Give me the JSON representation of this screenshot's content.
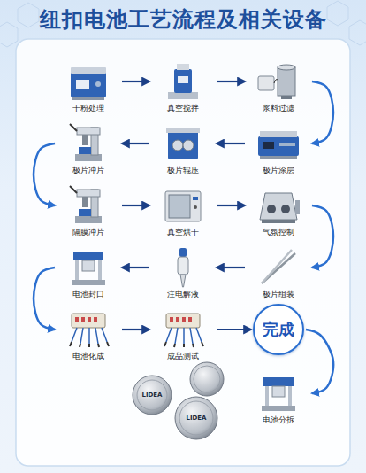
{
  "diagram": {
    "title": "纽扣电池工艺流程及相关设备",
    "nodes": [
      {
        "text": [
          "干粉处理"
        ]
      },
      {
        "text": [
          "真空搅拌"
        ]
      },
      {
        "text": [
          "浆料过滤"
        ]
      },
      {
        "text": [
          "极片涂层"
        ]
      },
      {
        "text": [
          "极片辊压"
        ]
      },
      {
        "text": [
          "极片冲片"
        ]
      },
      {
        "text": [
          "隔膜冲片"
        ]
      },
      {
        "text": [
          "真空烘干"
        ]
      },
      {
        "text": [
          "气氛控制"
        ]
      },
      {
        "text": [
          "极片组装"
        ]
      },
      {
        "text": [
          "注电解液"
        ]
      },
      {
        "text": [
          "电池封口"
        ]
      },
      {
        "text": [
          "电池化成"
        ]
      },
      {
        "text": [
          "成品测试"
        ]
      },
      {
        "text": [
          "完成"
        ]
      },
      {
        "text": [
          "电池分拆"
        ]
      }
    ],
    "edges": [
      {
        "from": 0,
        "to": 1,
        "arrow": "to"
      },
      {
        "from": 1,
        "to": 2,
        "arrow": "to"
      },
      {
        "from": 2,
        "to": 3,
        "arrow": "to"
      },
      {
        "from": 3,
        "to": 4,
        "arrow": "to"
      },
      {
        "from": 4,
        "to": 5,
        "arrow": "to"
      },
      {
        "from": 5,
        "to": 6,
        "arrow": "to"
      },
      {
        "from": 6,
        "to": 7,
        "arrow": "to"
      },
      {
        "from": 7,
        "to": 8,
        "arrow": "to"
      },
      {
        "from": 8,
        "to": 9,
        "arrow": "to"
      },
      {
        "from": 9,
        "to": 10,
        "arrow": "to"
      },
      {
        "from": 10,
        "to": 11,
        "arrow": "to"
      },
      {
        "from": 11,
        "to": 12,
        "arrow": "to"
      },
      {
        "from": 12,
        "to": 13,
        "arrow": "to"
      },
      {
        "from": 13,
        "to": 14,
        "arrow": "to"
      },
      {
        "from": 14,
        "to": 15,
        "arrow": "to"
      }
    ],
    "labels": [
      "LIDEA",
      "LIDEA"
    ]
  }
}
